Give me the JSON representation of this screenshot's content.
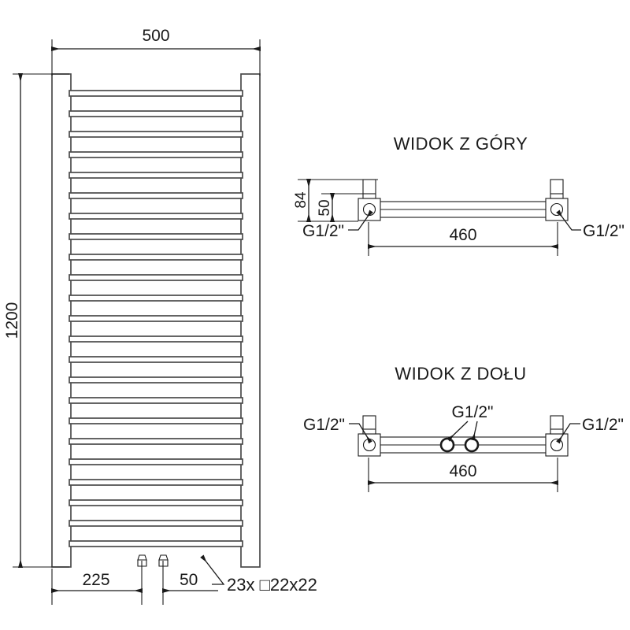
{
  "drawing": {
    "type": "technical-drawing",
    "subject": "ladder towel radiator",
    "units": "mm"
  },
  "front_view": {
    "width_label": "500",
    "height_label": "1200",
    "offset_label": "225",
    "spacing_label": "50",
    "rungs_note": "23x □22x22"
  },
  "top_view": {
    "title": "WIDOK Z GÓRY",
    "depth_label": "84",
    "inner_label": "50",
    "span_label": "460",
    "connector_left": "G1/2\"",
    "connector_right": "G1/2\""
  },
  "bottom_view": {
    "title": "WIDOK Z DOŁU",
    "span_label": "460",
    "connector_left": "G1/2\"",
    "connector_right": "G1/2\"",
    "connector_center": "G1/2\""
  },
  "colors": {
    "line": "#1a1a1a",
    "body_line": "#4a4a4a",
    "background": "#ffffff"
  }
}
